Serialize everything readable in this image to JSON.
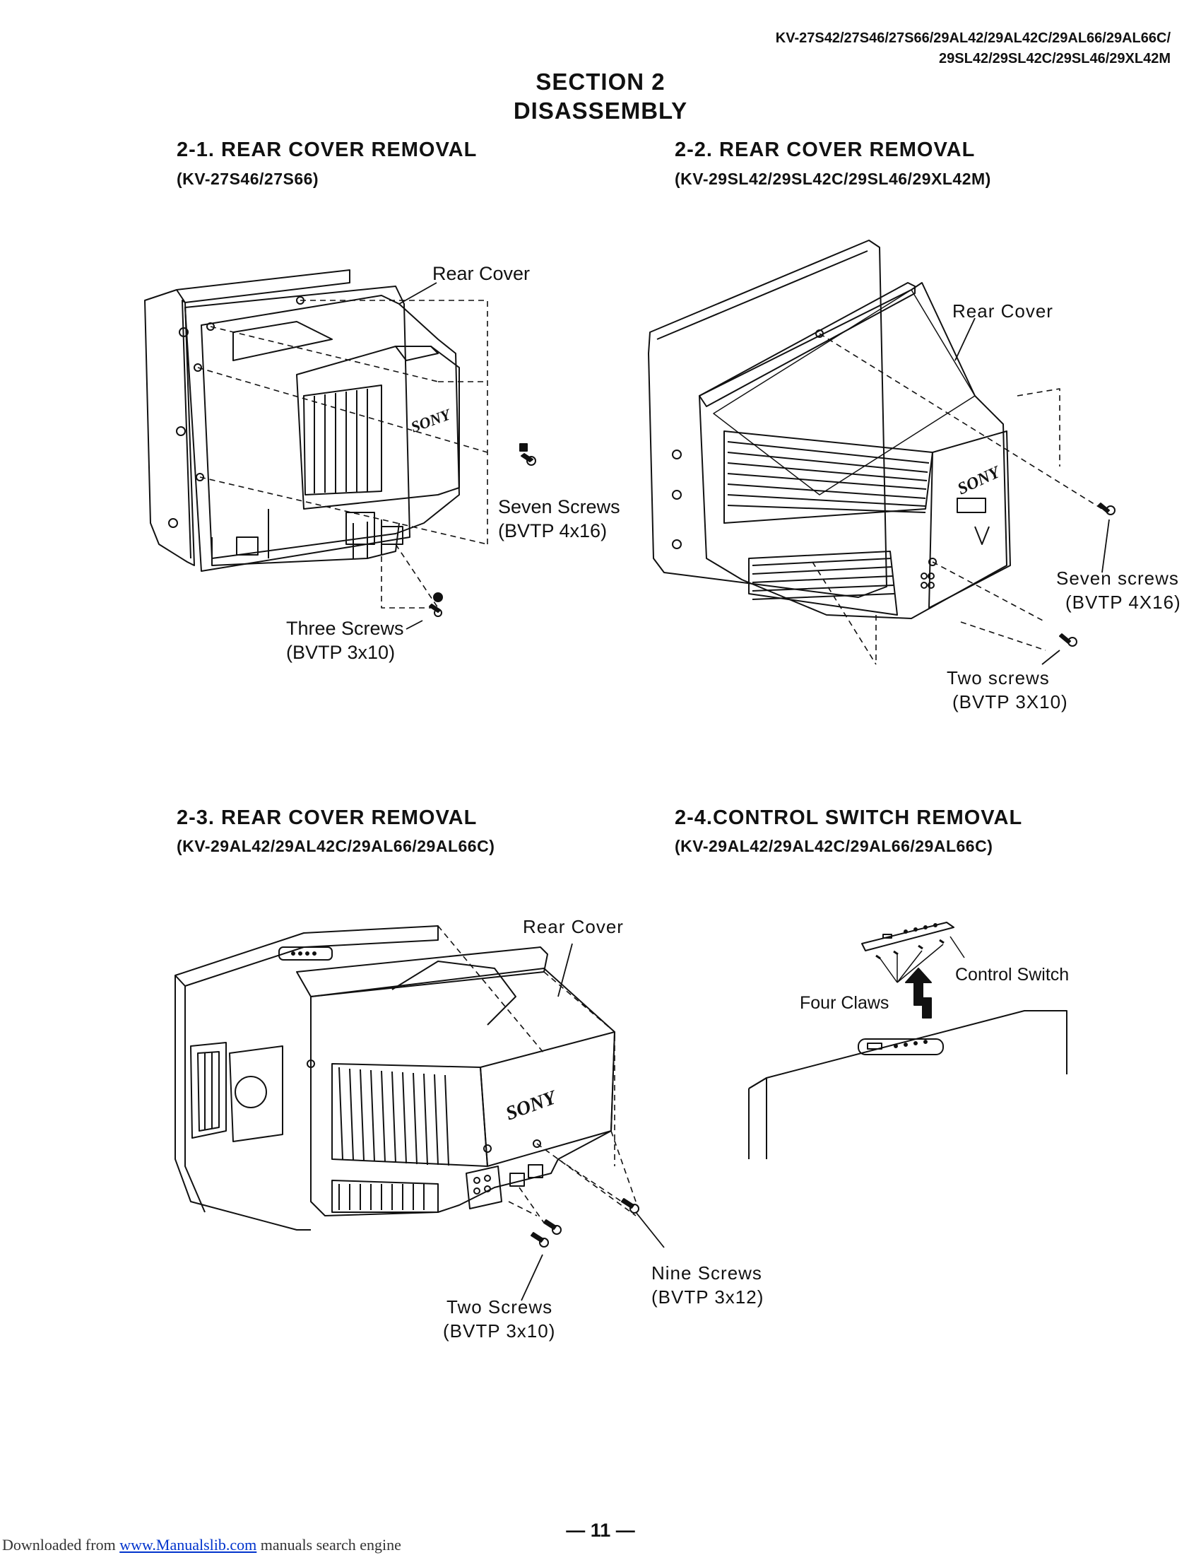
{
  "header": {
    "models_line1": "KV-27S42/27S46/27S66/29AL42/29AL42C/29AL66/29AL66C/",
    "models_line2": "29SL42/29SL42C/29SL46/29XL42M"
  },
  "section": {
    "number": "SECTION 2",
    "title": "DISASSEMBLY"
  },
  "sections": [
    {
      "title": "2-1. REAR COVER REMOVAL",
      "models": "(KV-27S46/27S66)",
      "labels": {
        "rear_cover": "Rear Cover",
        "seven_screws": "Seven Screws",
        "seven_screws_spec": "(BVTP 4x16)",
        "three_screws": "Three Screws",
        "three_screws_spec": "(BVTP 3x10)",
        "brand": "SONY"
      }
    },
    {
      "title": "2-2. REAR COVER REMOVAL",
      "models": "(KV-29SL42/29SL42C/29SL46/29XL42M)",
      "labels": {
        "rear_cover": "Rear Cover",
        "seven_screws": "Seven screws",
        "seven_screws_spec": "(BVTP 4X16)",
        "two_screws": "Two screws",
        "two_screws_spec": "(BVTP 3X10)",
        "brand": "SONY"
      }
    },
    {
      "title": "2-3. REAR COVER REMOVAL",
      "models": "(KV-29AL42/29AL42C/29AL66/29AL66C)",
      "labels": {
        "rear_cover": "Rear Cover",
        "nine_screws": "Nine Screws",
        "nine_screws_spec": "(BVTP 3x12)",
        "two_screws": "Two Screws",
        "two_screws_spec": "(BVTP 3x10)",
        "brand": "SONY"
      }
    },
    {
      "title": "2-4.CONTROL SWITCH REMOVAL",
      "models": "(KV-29AL42/29AL42C/29AL66/29AL66C)",
      "labels": {
        "control_switch": "Control Switch",
        "four_claws": "Four Claws"
      }
    }
  ],
  "page_number": "— 11 —",
  "footer": {
    "prefix": "Downloaded from ",
    "link": "www.Manualslib.com",
    "suffix": " manuals search engine"
  }
}
